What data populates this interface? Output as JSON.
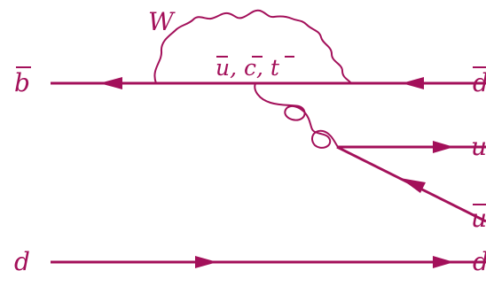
{
  "diagram": {
    "labels": {
      "b_left": "b",
      "d_right_top": "d",
      "w_boson": "W",
      "loop_quarks": "u, c, t",
      "u_quark_right": "u",
      "u_antiquark_right": "u",
      "d_left_bottom": "d",
      "d_right_bottom": "d"
    }
  }
}
